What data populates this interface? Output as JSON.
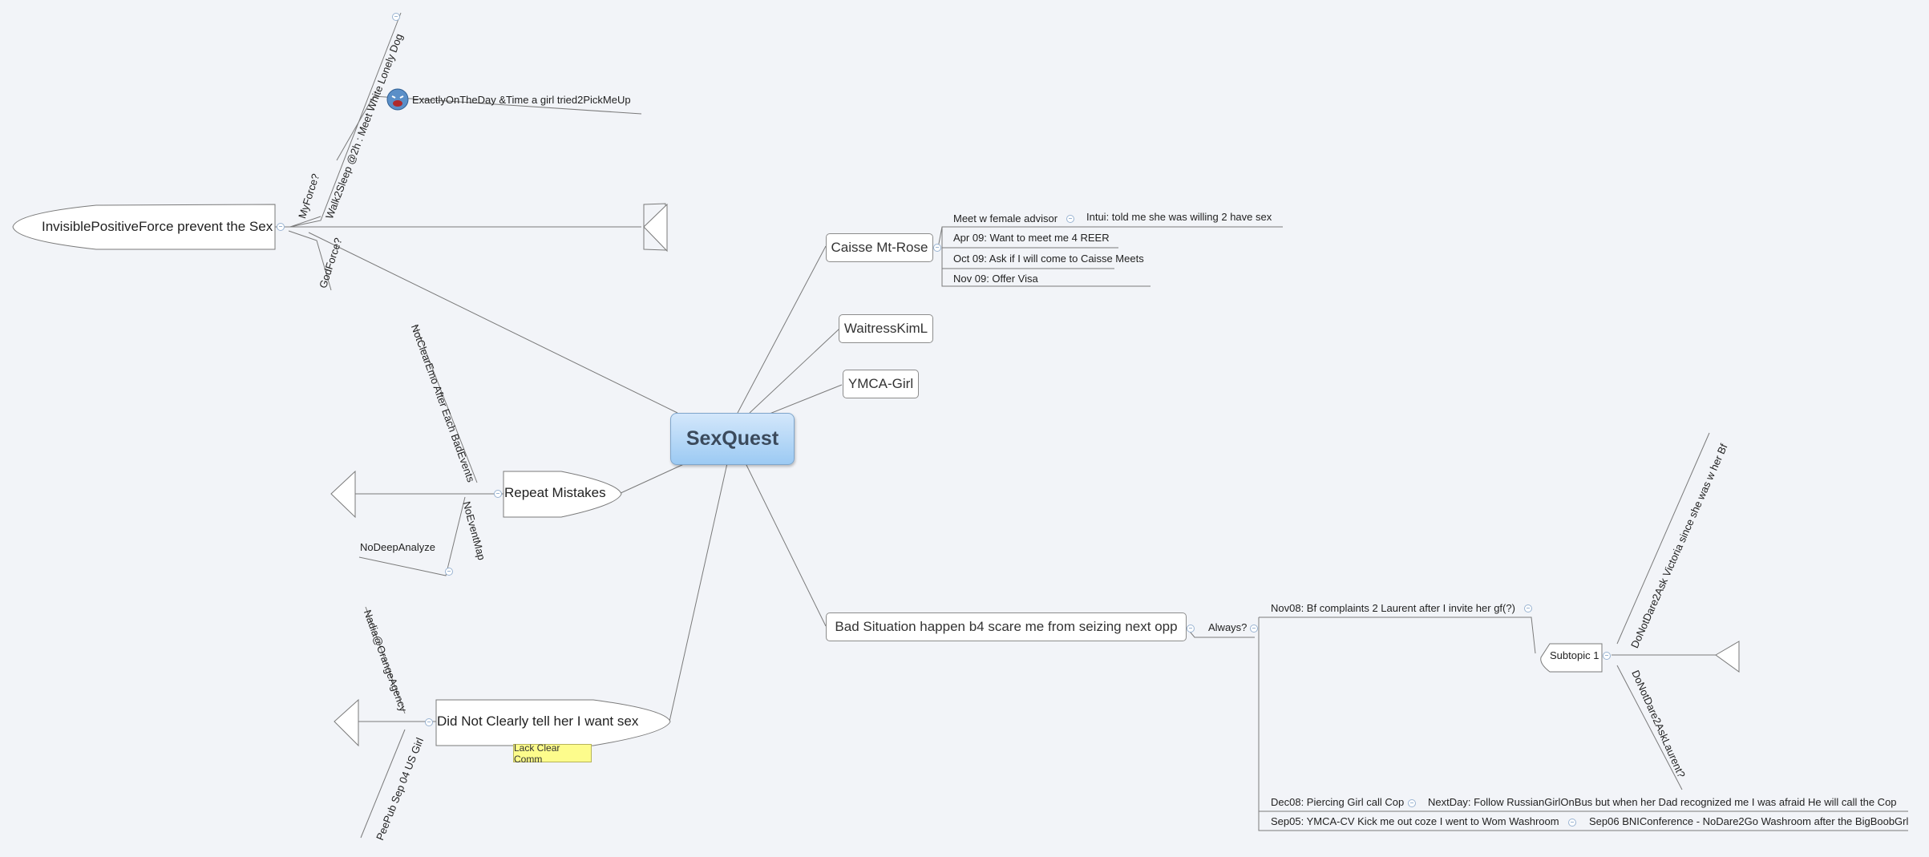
{
  "central": "SexQuest",
  "topics": {
    "invisible": "InvisiblePositiveForce prevent the Sex",
    "repeat": "Repeat Mistakes",
    "didnot": "Did Not Clearly tell her I want sex",
    "caisse": "Caisse Mt-Rose",
    "waitress": "WaitressKimL",
    "ymca": "YMCA-Girl",
    "badsit": "Bad Situation happen b4 scare me from seizing next opp"
  },
  "invisible_branch": {
    "myforce": "MyForce?",
    "walk": "Walk2Sleep @2h : Meet White Lonely Dog",
    "exactly": "ExactlyOnTheDay &Time a girl tried2PickMeUp",
    "godforce": "GodForce?"
  },
  "repeat_branch": {
    "notclear": "NotClearEmo After Each BadEvents",
    "noevent": "NoEventMap",
    "nodeep": "NoDeepAnalyze"
  },
  "didnot_branch": {
    "nadia": "Nadia@OrangeAgency",
    "peepub": "PeePub Sep 04 US Girl",
    "note": "Lack Clear Comm"
  },
  "caisse_branch": {
    "meet": "Meet w female advisor",
    "intui": "Intui: told me she was willing 2 have sex",
    "apr": "Apr 09: Want to meet me 4 REER",
    "oct": "Oct 09: Ask if I will come to Caisse Meets",
    "nov": "Nov 09: Offer Visa"
  },
  "bad_branch": {
    "always": "Always?",
    "nov08": "Nov08: Bf complaints 2 Laurent after I invite her gf(?)",
    "subtopic": "Subtopic 1",
    "donotdare": "DoNotDare2Ask Victoria since she was w her Bf",
    "donotdare2": "DoNotDare2AskLaurent?",
    "dec08": "Dec08: Piercing Girl call Cop",
    "nextday": "NextDay: Follow RussianGirlOnBus but when her Dad recognized me I was afraid He will call the Cop",
    "sep05": "Sep05: YMCA-CV Kick me out coze I went to Wom Washroom",
    "sep06": "Sep06 BNIConference - NoDare2Go Washroom after the BigBoobGrl"
  },
  "icons": {
    "emoticon": "crying-face-icon",
    "collapse": "collapse-toggle-icon"
  },
  "colors": {
    "background": "#f2f4f8",
    "central_fill": "#9ccaf3",
    "line": "#7a7a7a",
    "toggle": "#9ab4d2",
    "note_fill": "#fdfc8c"
  }
}
